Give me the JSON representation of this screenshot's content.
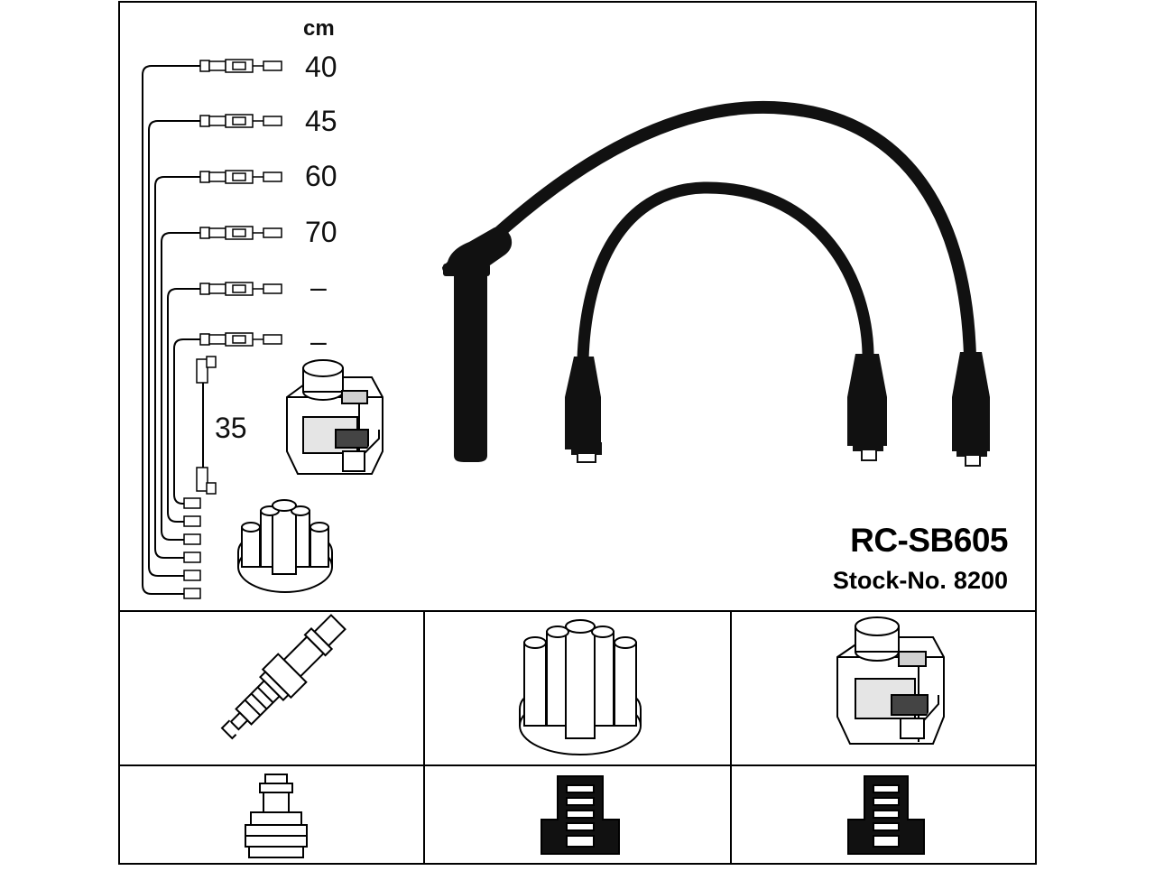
{
  "unit_label": "cm",
  "lengths": [
    "40",
    "45",
    "60",
    "70",
    "–",
    "–"
  ],
  "coil_lead_length": "35",
  "part_number": "RC-SB605",
  "stock_label": "Stock-No.",
  "stock_number": "8200"
}
